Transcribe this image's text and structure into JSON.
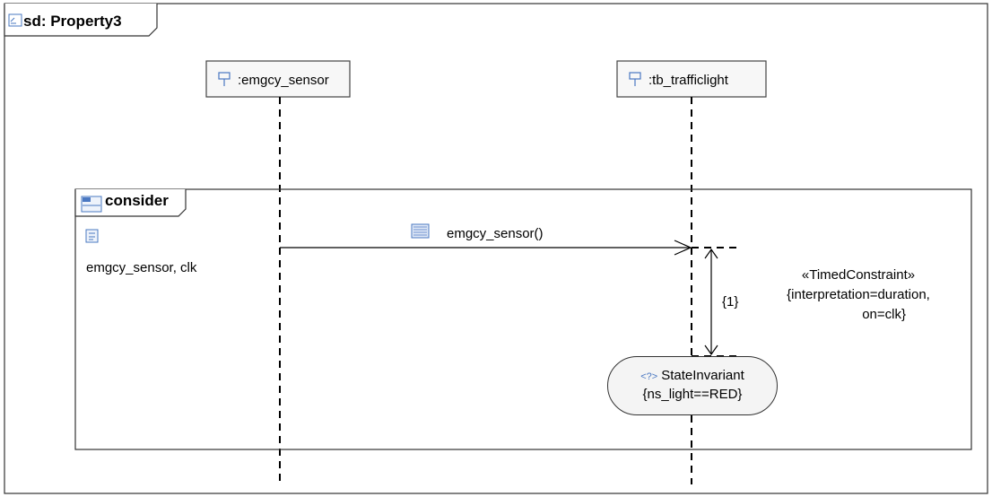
{
  "frame": {
    "title": "sd: Property3",
    "icon": "interaction-frame-icon"
  },
  "lifelines": [
    {
      "name": ":emgcy_sensor",
      "icon": "lifeline-icon"
    },
    {
      "name": ":tb_trafficlight",
      "icon": "lifeline-icon"
    }
  ],
  "fragment": {
    "operator": "consider",
    "icon": "combined-fragment-icon",
    "operand_icon": "operand-icon",
    "messages_considered": "emgcy_sensor, clk"
  },
  "message": {
    "label": "emgcy_sensor()",
    "icon": "message-icon"
  },
  "duration_constraint": {
    "value": "{1}",
    "stereotype": "«TimedConstraint»",
    "spec_line1": "{interpretation=duration,",
    "spec_line2": "on=clk}"
  },
  "state_invariant": {
    "icon_text": "<?>",
    "title": "StateInvariant",
    "constraint": "{ns_light==RED}"
  },
  "colors": {
    "icon_blue": "#4a78c2",
    "line": "#000000",
    "invariant_fill": "#f4f4f4"
  }
}
